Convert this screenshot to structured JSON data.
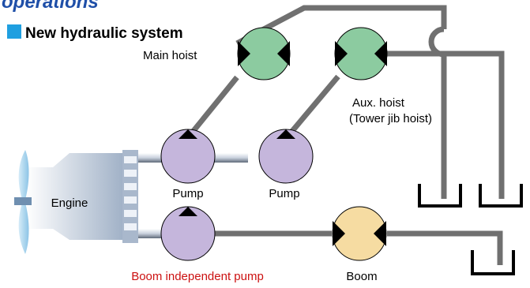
{
  "section_title": "operations",
  "heading": "New hydraulic system",
  "labels": {
    "main_hoist": "Main hoist",
    "aux_hoist_line1": "Aux. hoist",
    "aux_hoist_line2": "(Tower jib hoist)",
    "engine": "Engine",
    "pump1": "Pump",
    "pump2": "Pump",
    "boom_pump": "Boom independent pump",
    "boom": "Boom"
  },
  "colors": {
    "pump": "#c5b6dc",
    "hoist_motor": "#8ccba0",
    "boom_motor": "#f6dca2",
    "pipe": "#707070",
    "boom_pump_label": "#cc1111",
    "heading_square": "#1f9fe0",
    "section_title": "#1f4fa8"
  },
  "icons": [
    "square-bullet-icon",
    "fan-icon",
    "engine-icon",
    "tank-icon"
  ]
}
